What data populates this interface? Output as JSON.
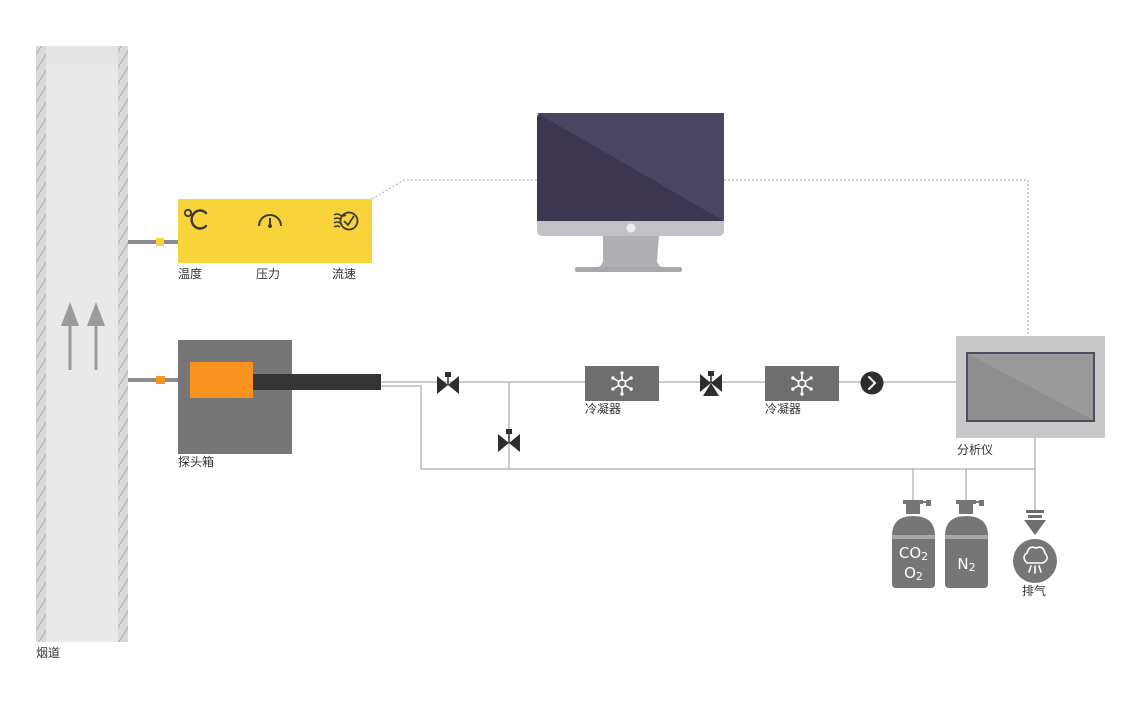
{
  "labels": {
    "flue": "烟道",
    "temperature": "温度",
    "pressure": "压力",
    "flow": "流速",
    "probe_box": "探头箱",
    "condenser_1": "冷凝器",
    "condenser_2": "冷凝器",
    "analyzer": "分析仪",
    "exhaust": "排气"
  },
  "icons": {
    "temperature": "celsius-icon",
    "pressure": "gauge-icon",
    "flow": "flow-icon",
    "condenser": "snowflake-icon",
    "pump": "chevron-right-icon",
    "exhaust": "steam-icon",
    "flow_direction": "up-arrow-icon"
  },
  "cylinders": {
    "left": {
      "line1": "CO",
      "line1_sub": "2",
      "line2": "O",
      "line2_sub": "2"
    },
    "right": {
      "line1": "N",
      "line1_sub": "2"
    }
  },
  "colors": {
    "sensor_box": "#f9d33a",
    "probe_box": "#767676",
    "probe_heater": "#f7931e",
    "monitor_screen": "#3c3650",
    "analyzer_frame": "#c8c8c8",
    "component_gray": "#6e6e6e"
  }
}
